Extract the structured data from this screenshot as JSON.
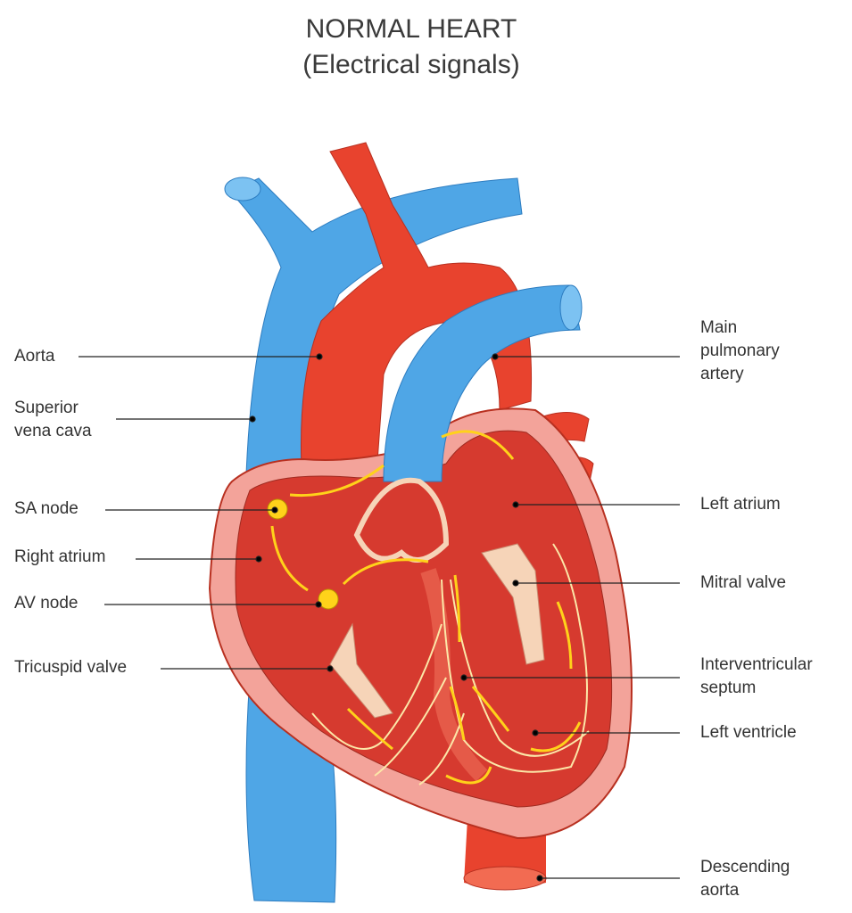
{
  "title": "NORMAL HEART",
  "subtitle": "(Electrical signals)",
  "labels_left": {
    "aorta": "Aorta",
    "superior_vena_cava": [
      "Superior",
      "vena cava"
    ],
    "sa_node": "SA node",
    "right_atrium": "Right atrium",
    "av_node": "AV node",
    "tricuspid_valve": "Tricuspid valve"
  },
  "labels_right": {
    "main_pulmonary_artery": [
      "Main",
      "pulmonary",
      "artery"
    ],
    "left_atrium": "Left atrium",
    "mitral_valve": "Mitral valve",
    "interventricular_septum": [
      "Interventricular",
      "septum"
    ],
    "left_ventricle": "Left ventricle",
    "descending_aorta": [
      "Descending",
      "aorta"
    ]
  },
  "colors": {
    "vein": "#4fa6e6",
    "artery": "#e8432e",
    "muscle": "#d63a2f",
    "wall": "#f3a39a",
    "signal": "#ffd21a"
  }
}
